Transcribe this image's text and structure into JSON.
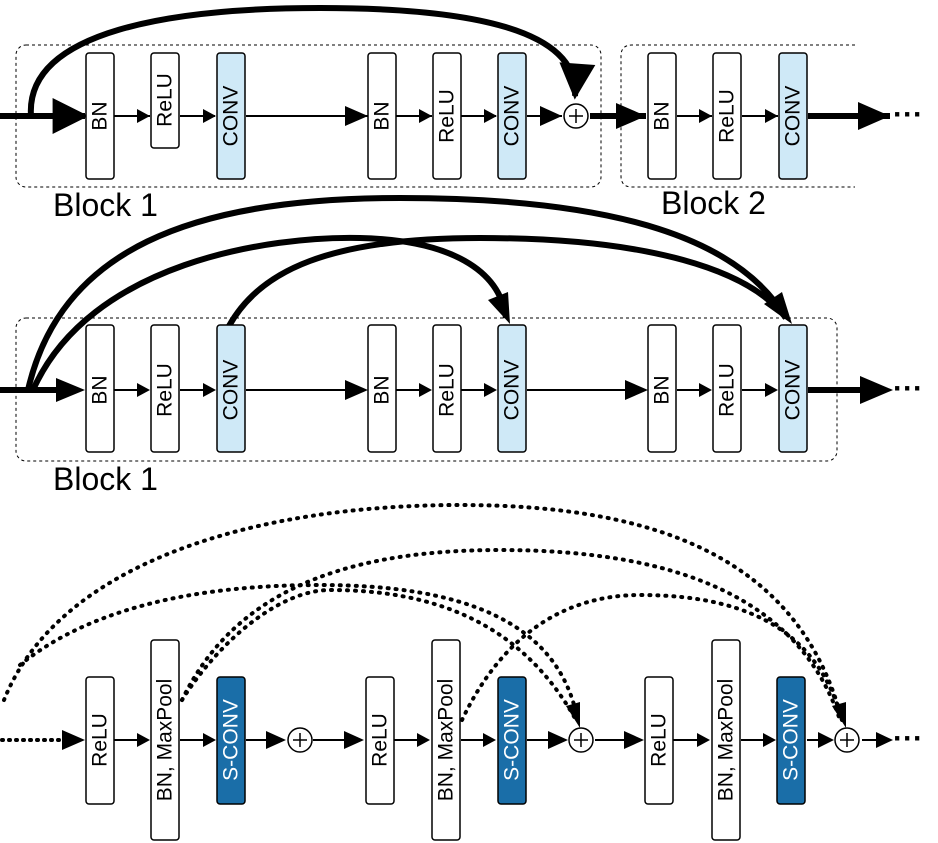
{
  "colors": {
    "stroke": "#000000",
    "box_default": "#ffffff",
    "conv_light": "#cfe9f7",
    "sconv_dark": "#1a6ea8",
    "sconv_text": "#ffffff"
  },
  "row1": {
    "nodes": [
      "BN",
      "ReLU",
      "CONV",
      "BN",
      "ReLU",
      "CONV",
      "BN",
      "ReLU",
      "CONV"
    ],
    "block1_label": "Block 1",
    "block2_label": "Block 2",
    "ellipsis": "···",
    "plus": "+"
  },
  "row2": {
    "nodes": [
      "BN",
      "ReLU",
      "CONV",
      "BN",
      "ReLU",
      "CONV",
      "BN",
      "ReLU",
      "CONV"
    ],
    "block1_label": "Block 1",
    "ellipsis": "···"
  },
  "row3": {
    "nodes": [
      "ReLU",
      "BN, MaxPool",
      "S-CONV",
      "ReLU",
      "BN, MaxPool",
      "S-CONV",
      "ReLU",
      "BN, MaxPool",
      "S-CONV"
    ],
    "plus": "+",
    "ellipsis_left": "···",
    "ellipsis_right": "···"
  }
}
